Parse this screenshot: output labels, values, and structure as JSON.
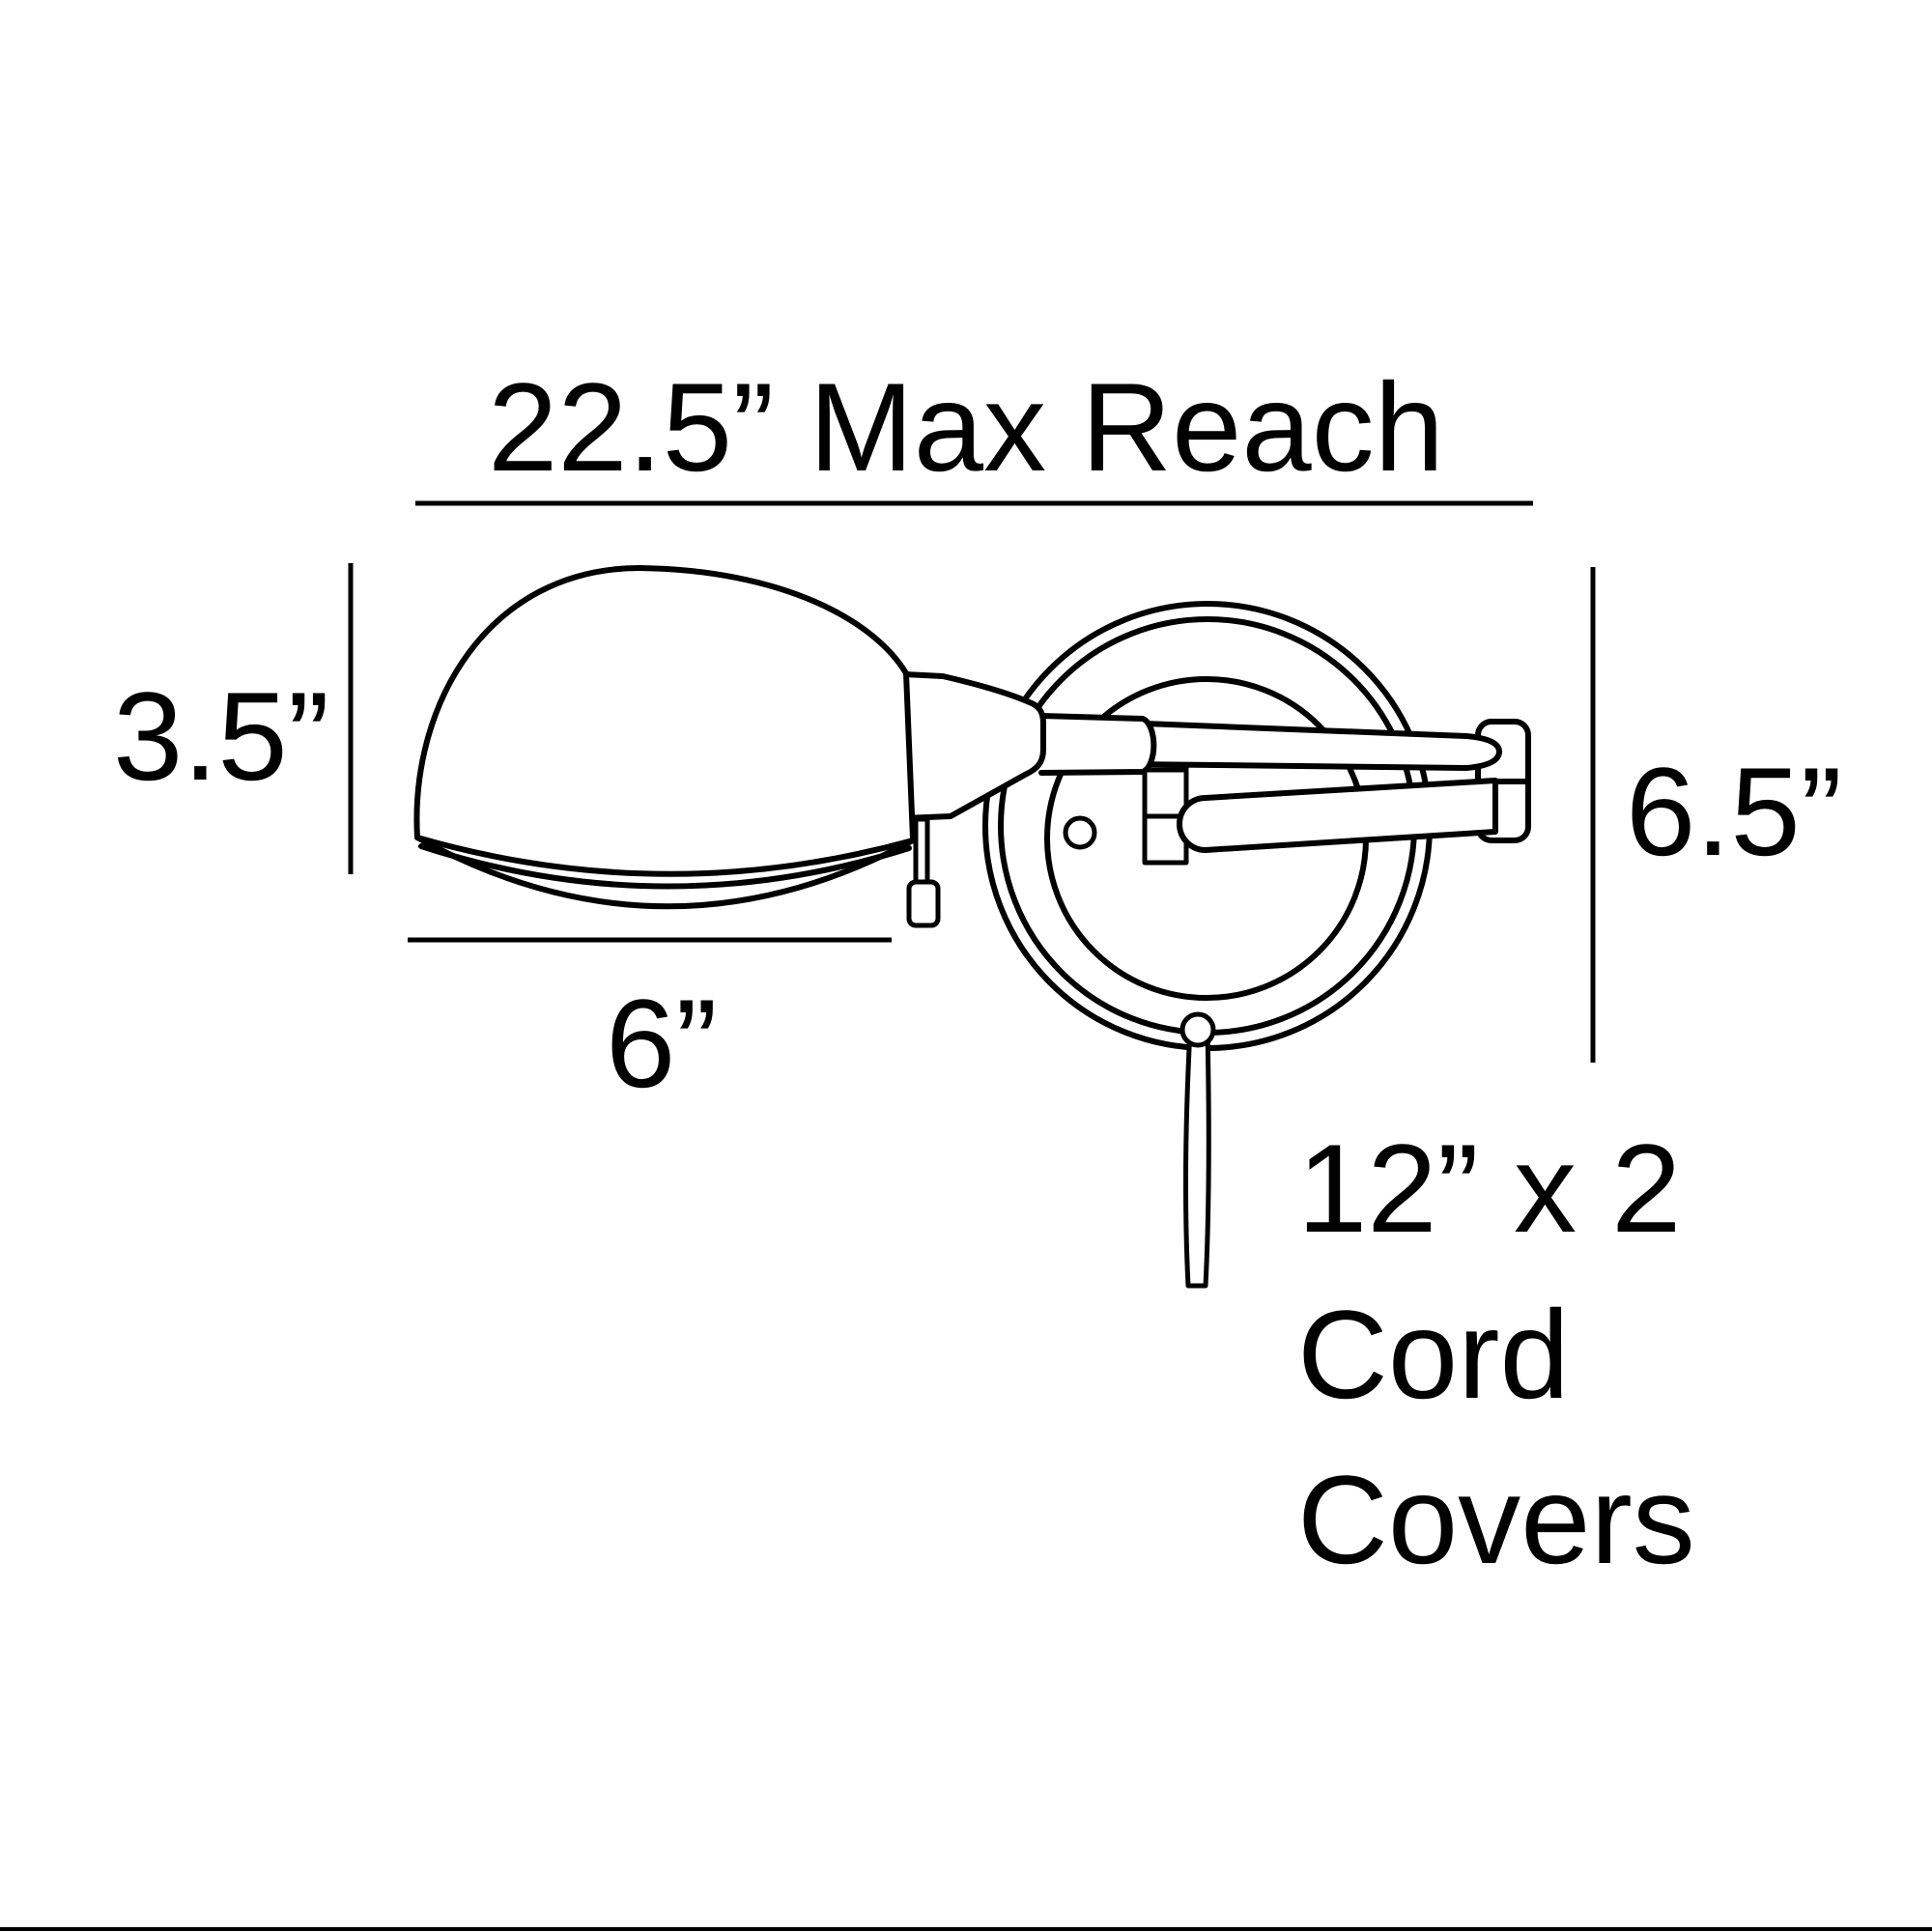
{
  "diagram": {
    "kind": "swing-arm-wall-lamp-dimension-drawing",
    "labels": {
      "max_reach": "22.5” Max Reach",
      "shade_height": "3.5”",
      "shade_width": "6”",
      "backplate_height": "6.5”",
      "cord_cover_line1": "12” x 2",
      "cord_cover_line2": "Cord",
      "cord_cover_line3": "Covers"
    },
    "colors": {
      "ink": "#000000",
      "background": "#ffffff"
    }
  }
}
